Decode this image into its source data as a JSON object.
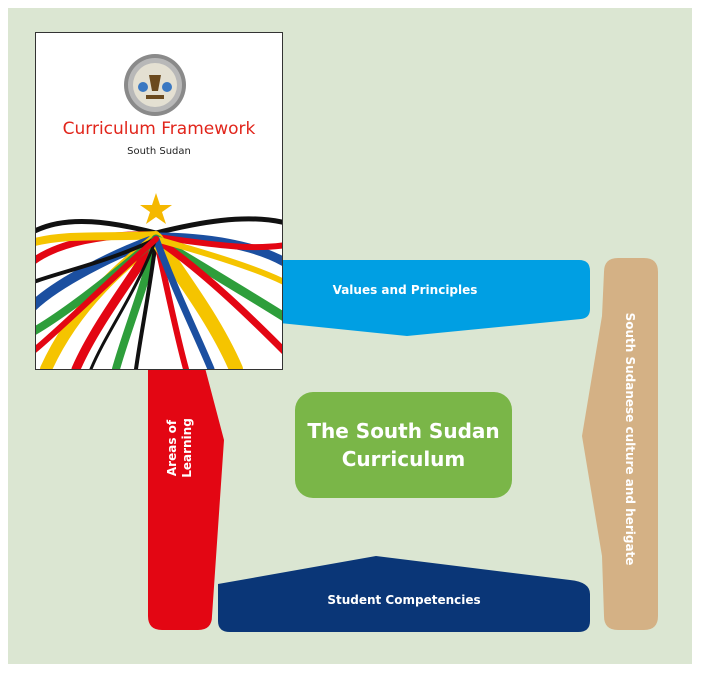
{
  "cover": {
    "title": "Curriculum Framework",
    "subtitle": "South Sudan",
    "seal_icon": "seal-icon",
    "star_icon": "star-icon"
  },
  "center": {
    "label": "The South Sudan\nCurriculum"
  },
  "top_arrow": {
    "label": "Values and Principles"
  },
  "bottom_arrow": {
    "label": "Student Competencies"
  },
  "left_arrow": {
    "line1": "Areas of",
    "line2": "Learning"
  },
  "right_arrow": {
    "label": "South Sudanese culture and herigate"
  },
  "colors": {
    "panel": "#dbe6d2",
    "top": "#009fe3",
    "bottom": "#0a3677",
    "left": "#e30613",
    "right": "#d4b185",
    "center": "#7ab648",
    "cover_title": "#e1251b"
  }
}
